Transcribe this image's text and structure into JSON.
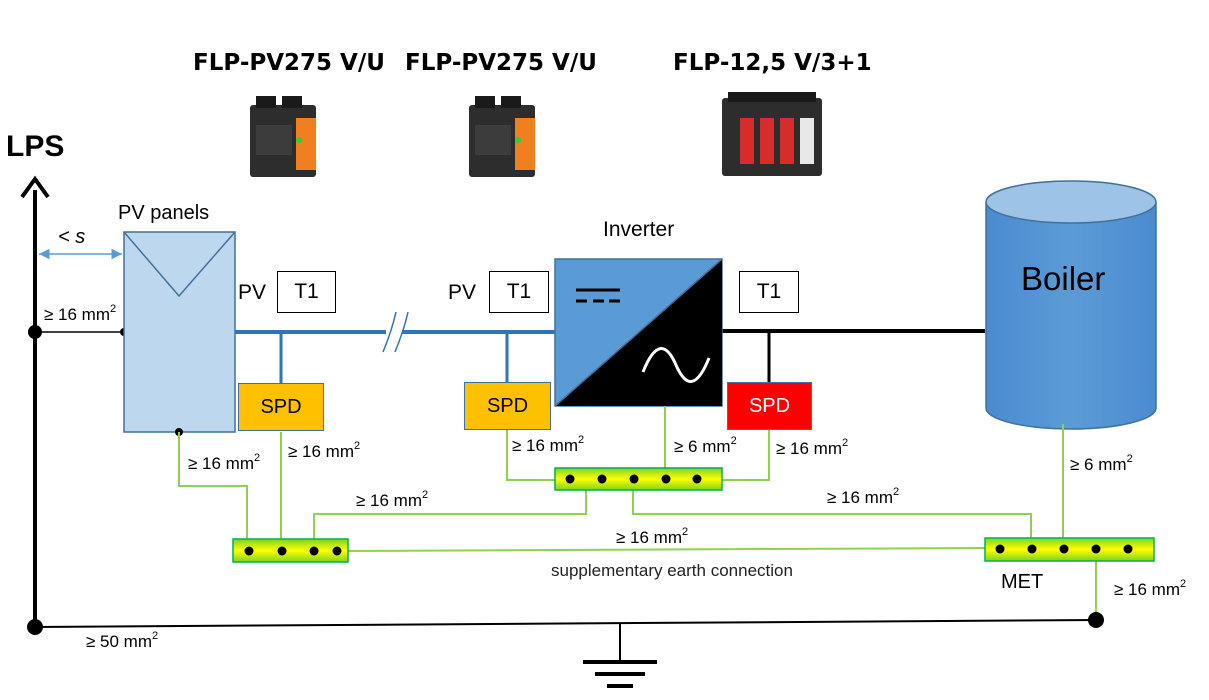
{
  "products": {
    "spd1": "FLP-PV275 V/U",
    "spd2": "FLP-PV275 V/U",
    "spd3": "FLP-12,5 V/3+1"
  },
  "labels": {
    "lps": "LPS",
    "pv_panels": "PV panels",
    "distance": "< s",
    "inverter": "Inverter",
    "boiler": "Boiler",
    "pv1": "PV",
    "pv2": "PV",
    "t1_a": "T1",
    "t1_b": "T1",
    "t1_c": "T1",
    "spd_a": "SPD",
    "spd_b": "SPD",
    "spd_c": "SPD",
    "met": "MET",
    "supplementary": "supplementary earth connection"
  },
  "cross_sections": {
    "lps_panel": "≥ 16 mm",
    "panel_bar": "≥ 16 mm",
    "spd_a_bar": "≥ 16 mm",
    "bar_link": "≥ 16 mm",
    "spd_b_bar": "≥ 16 mm",
    "inverter_bar": "≥ 6 mm",
    "spd_c_bar": "≥ 16 mm",
    "bar_met_top": "≥ 16 mm",
    "bar_met_long": "≥ 16 mm",
    "boiler_met": "≥ 6 mm",
    "met_earth": "≥ 16 mm",
    "lps_earth": "≥ 50 mm",
    "exponent": "2"
  },
  "colors": {
    "pv_line": "#2e75b6",
    "panel_fill": "#bdd7ee",
    "inverter_fill": "#5b9bd5",
    "boiler_fill": "#5b9bd5",
    "spd_pv": "#ffc000",
    "spd_ac": "#ff0000",
    "earth_wire": "#92d050",
    "busbar_center": "#ffff00",
    "busbar_edge": "#00b050"
  }
}
